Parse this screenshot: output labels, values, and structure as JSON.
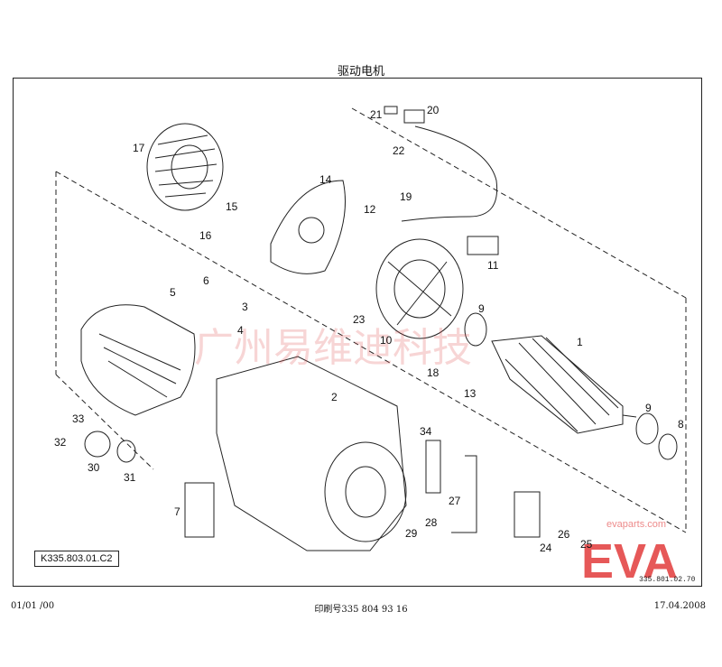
{
  "title": "驱动电机",
  "drawing_code": "K335.803.01.C2",
  "footer": {
    "left": "01/01 /00",
    "center": "印刷号335 804 93 16",
    "right": "17.04.2008"
  },
  "corner_stamp": "335.801.02.70",
  "watermark": {
    "cn": "广州易维迪科技",
    "brand": "EVA",
    "site": "evaparts.com"
  },
  "callouts": [
    "1",
    "2",
    "3",
    "4",
    "5",
    "6",
    "7",
    "8",
    "9",
    "9",
    "10",
    "11",
    "12",
    "13",
    "14",
    "15",
    "16",
    "17",
    "18",
    "19",
    "20",
    "21",
    "22",
    "23",
    "24",
    "25",
    "26",
    "27",
    "28",
    "29",
    "30",
    "31",
    "32",
    "33",
    "34"
  ],
  "colors": {
    "line": "#222222",
    "watermark": "#e23b3b"
  }
}
